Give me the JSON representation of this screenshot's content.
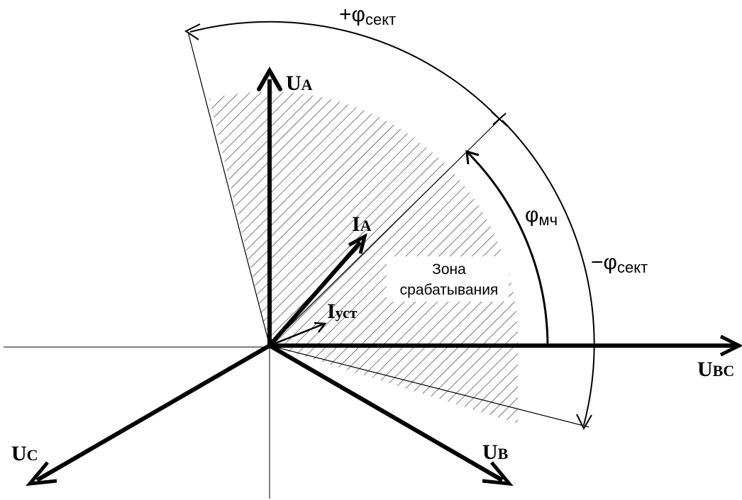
{
  "colors": {
    "ink": "#000000",
    "background": "#ffffff",
    "hatch": "#333333"
  },
  "vectors": {
    "ua": {
      "main": "U",
      "sub": "A"
    },
    "ub": {
      "main": "U",
      "sub": "B"
    },
    "uc": {
      "main": "U",
      "sub": "C"
    },
    "ubc": {
      "main": "U",
      "sub": "BC"
    },
    "ia": {
      "main": "I",
      "sub": "A"
    },
    "iust": {
      "main": "I",
      "sub": "уст"
    }
  },
  "angles": {
    "plus_sector": {
      "main": "+φ",
      "sub": "сект"
    },
    "minus_sector": {
      "main": "−φ",
      "sub": "сект"
    },
    "max_sens": {
      "main": "φ",
      "sub": "мч"
    }
  },
  "zone": {
    "line1": "Зона",
    "line2": "срабатывания"
  }
}
